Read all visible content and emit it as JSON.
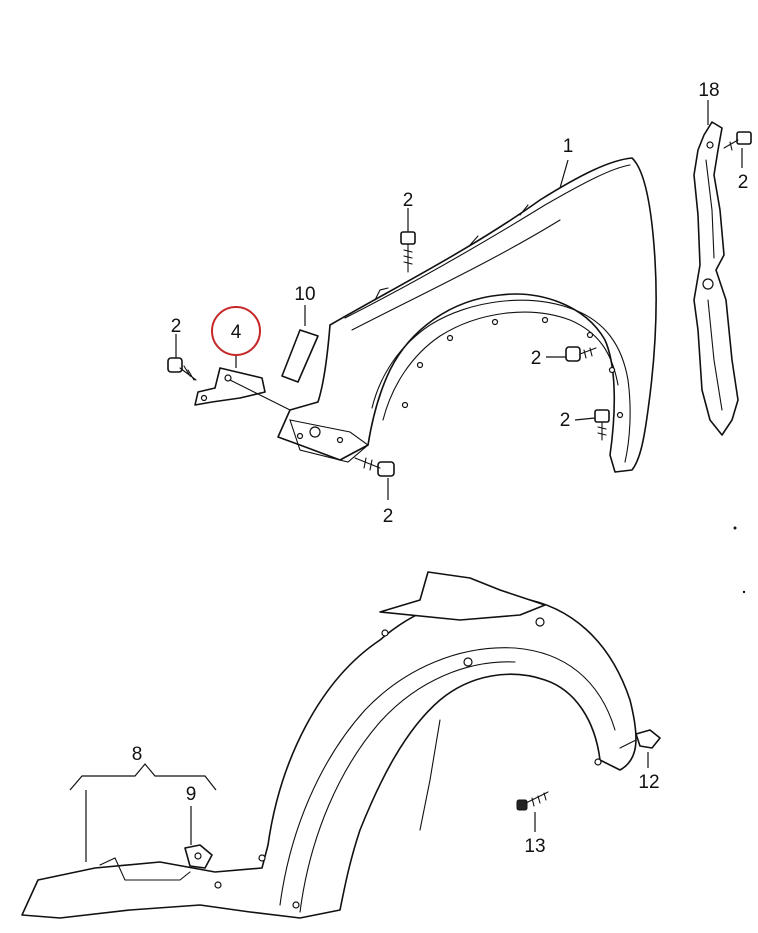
{
  "callouts": {
    "c1": "1",
    "c2_top_bolt": "2",
    "c2_left_bolt": "2",
    "c2_lower_bolt": "2",
    "c2_right_bolt_upper": "2",
    "c2_right_bolt_lower": "2",
    "c2_bracket_bolt": "2",
    "c4": "4",
    "c8": "8",
    "c9": "9",
    "c10": "10",
    "c12": "12",
    "c13": "13",
    "c18": "18"
  },
  "colors": {
    "line": "#111111",
    "highlight_ring": "#c62828"
  }
}
